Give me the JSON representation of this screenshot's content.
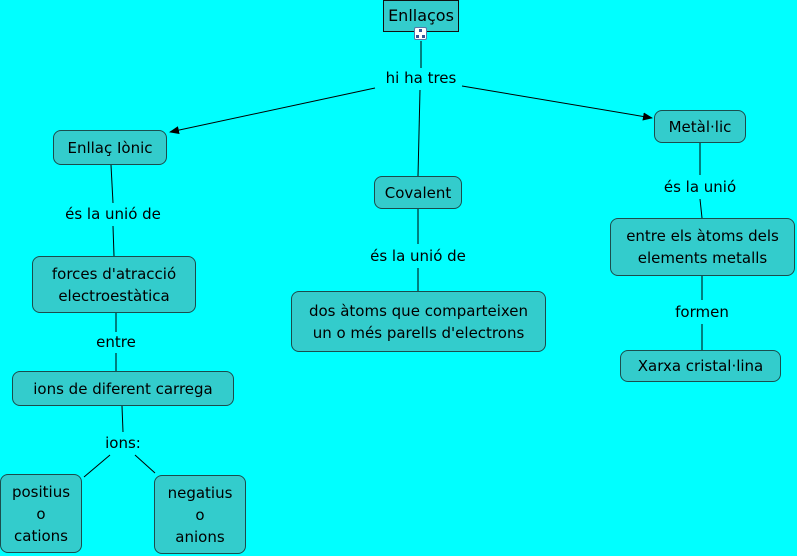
{
  "root": {
    "label": "Enllaços",
    "icon": "concept-map-icon"
  },
  "links": {
    "main": "hi ha tres",
    "ionic_link": "és la unió de",
    "entre": "entre",
    "ions": "ions:",
    "covalent_link": "és la unió de",
    "metallic_link": "és la unió",
    "formen": "formen"
  },
  "concepts": {
    "ionic": "Enllaç Iònic",
    "covalent": "Covalent",
    "metallic": "Metàl·lic",
    "forces": "forces d'atracció\nelectroestàtica",
    "ions_diff": "ions de diferent carrega",
    "positius": "positius\no\ncations",
    "negatius": "negatius\no\nanions",
    "dos_atoms": "dos àtoms que comparteixen\nun o més parells d'electrons",
    "entre_atoms": "entre els àtoms dels\nelements metalls",
    "xarxa": "Xarxa cristal·lina"
  }
}
